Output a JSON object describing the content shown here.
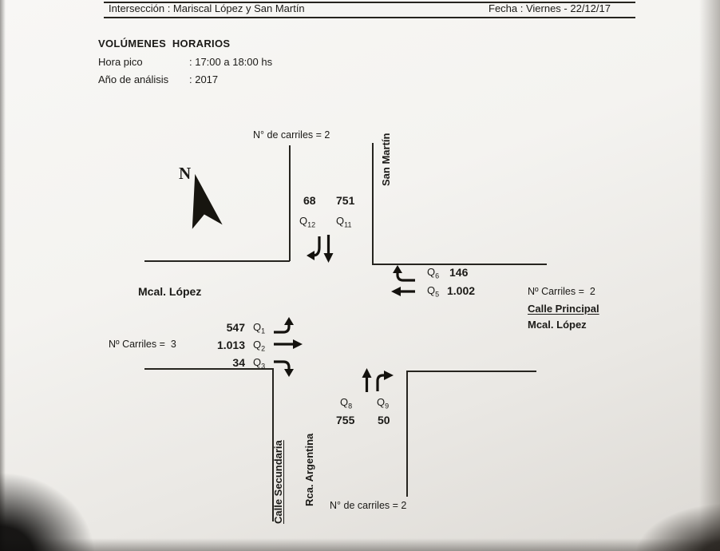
{
  "page": {
    "header": {
      "intersection": "Intersección : Mariscal López y San Martín",
      "date": "Fecha : Viernes - 22/12/17"
    },
    "volumes": {
      "title": "VOLÚMENES  HORARIOS",
      "peak_hour_label": "Hora pico",
      "peak_hour_value": ": 17:00 a 18:00 hs",
      "year_label": "Año de análisis",
      "year_value": ": 2017"
    }
  },
  "diagram": {
    "north_label": "N",
    "lanes": {
      "top": "N° de carriles = 2",
      "bottom": "N° de carriles = 2",
      "left": "Nº Carriles =  3",
      "right": "Nº Carriles =  2"
    },
    "streets": {
      "north": "San Martín",
      "west": "Mcal. López",
      "east_class": "Calle Principal",
      "east_name": "Mcal. López",
      "south_class": "Calle Secundaria",
      "south_name": "Rca. Argentina"
    },
    "flows": {
      "q1": {
        "base": "Q",
        "sub": "1",
        "value": "547"
      },
      "q2": {
        "base": "Q",
        "sub": "2",
        "value": "1.013"
      },
      "q3": {
        "base": "Q",
        "sub": "3",
        "value": "34"
      },
      "q5": {
        "base": "Q",
        "sub": "5",
        "value": "1.002"
      },
      "q6": {
        "base": "Q",
        "sub": "6",
        "value": "146"
      },
      "q8": {
        "base": "Q",
        "sub": "8",
        "value": "755"
      },
      "q9": {
        "base": "Q",
        "sub": "9",
        "value": "50"
      },
      "q11": {
        "base": "Q",
        "sub": "11",
        "value": "751"
      },
      "q12": {
        "base": "Q",
        "sub": "12",
        "value": "68"
      }
    }
  }
}
